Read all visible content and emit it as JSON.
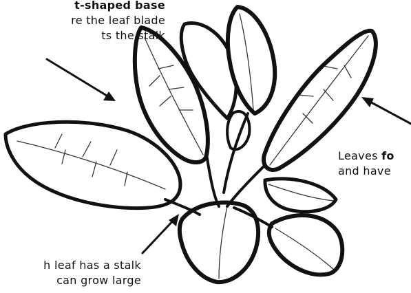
{
  "annotations": {
    "top_left": {
      "line1": "t-shaped base",
      "line2": "re the leaf blade",
      "line3": "ts the stalk"
    },
    "right": {
      "line1_prefix": "Leaves ",
      "line1_bold": "fo",
      "line2": "and have"
    },
    "bottom_left": {
      "line1": "h leaf has a stalk",
      "line2": "can grow large"
    }
  },
  "colors": {
    "ink": "#111111",
    "background": "#ffffff"
  }
}
